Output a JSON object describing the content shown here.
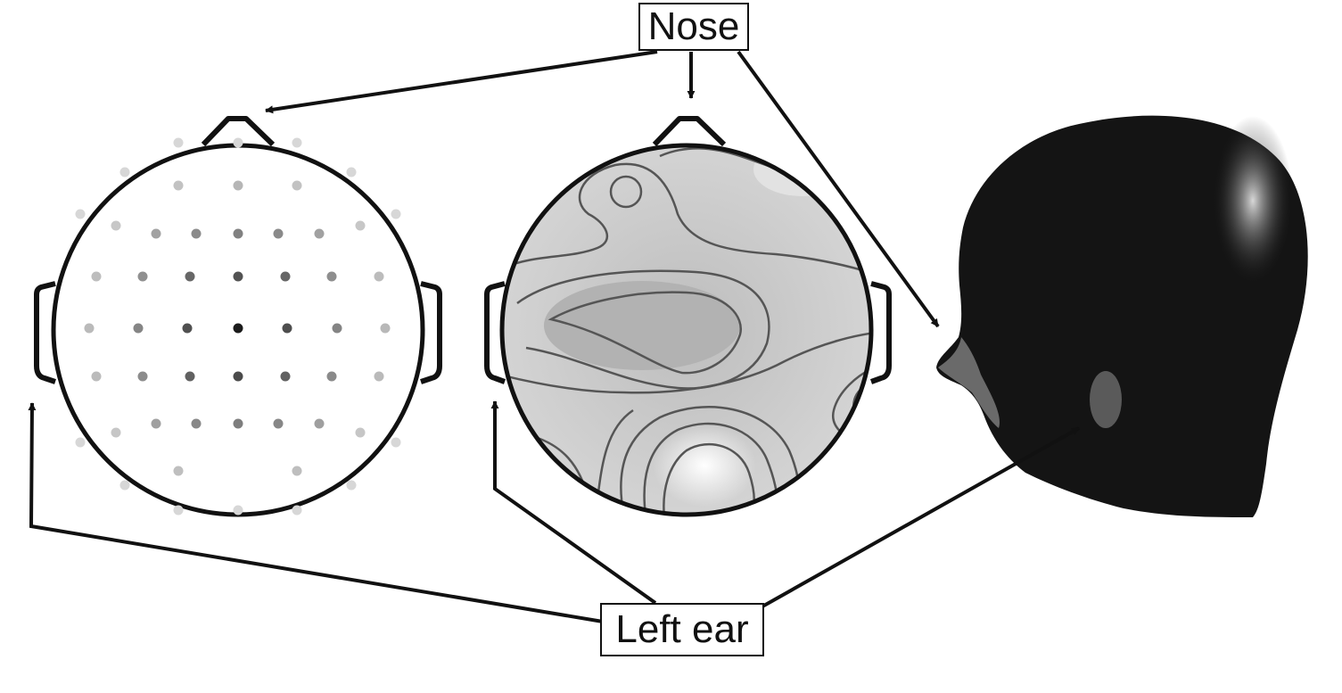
{
  "labels": {
    "nose": "Nose",
    "left_ear": "Left ear"
  },
  "panels": [
    {
      "name": "electrode-layout-head"
    },
    {
      "name": "scalp-topography-head"
    },
    {
      "name": "3d-head-side-view"
    }
  ],
  "colors": {
    "outline": "#111111",
    "background": "#ffffff",
    "map_fill": "#d4d4d4",
    "contour": "#555555",
    "head_dark": "#141414"
  },
  "icons": [
    "arrow-head-icon"
  ]
}
